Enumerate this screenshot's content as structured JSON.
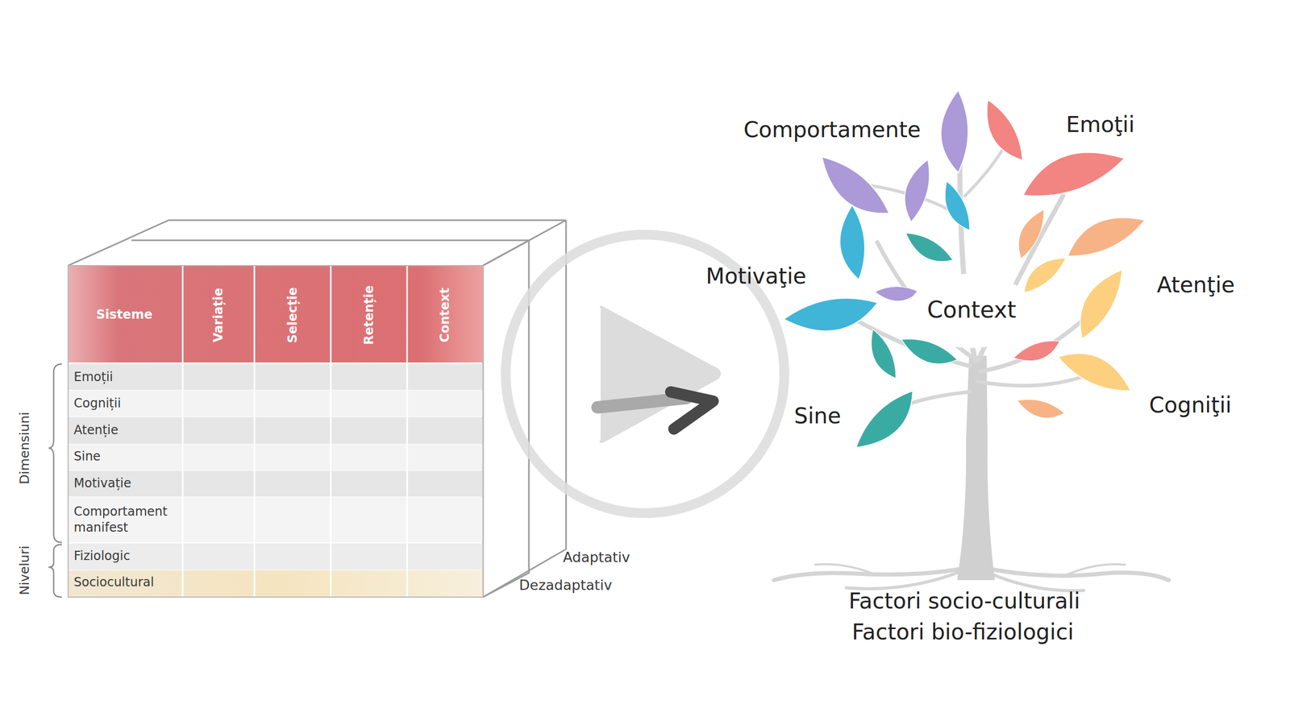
{
  "diagram": {
    "labels": [
      "Sisteme",
      "Variație",
      "Selecție",
      "Retenție",
      "Context",
      "Emoții",
      "Cogniții",
      "Atenție",
      "Sine",
      "Motivație",
      "Comportament manifest",
      "Fiziologic",
      "Sociocultural",
      "Dimensiuni",
      "Niveluri",
      "Adaptativ",
      "Dezadaptativ",
      "Comportamente",
      "Emoţii",
      "Motivaţie",
      "Context",
      "Atenţie",
      "Sine",
      "Cogniţii",
      "Factori socio-culturali",
      "Factori bio-fiziologici"
    ]
  }
}
